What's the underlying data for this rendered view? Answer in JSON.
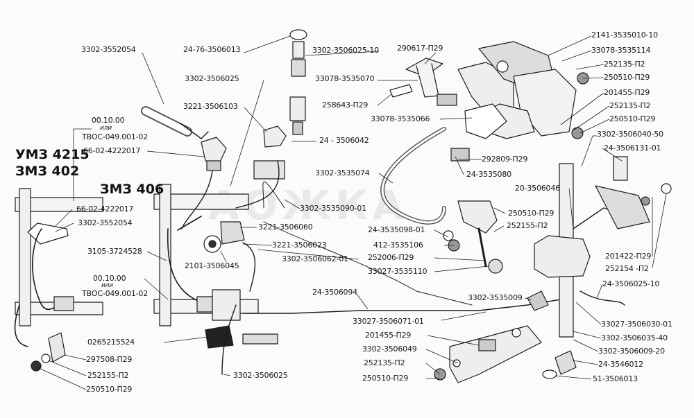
{
  "headings": {
    "engine_a": "УМЗ 4215",
    "engine_b": "ЗМЗ 402",
    "engine_c": "ЗМЗ 406"
  },
  "watermark": "АОЖКА",
  "labels": [
    "3302-3552054",
    "24-76-3506013",
    "3302-3506025-10",
    "290617-П29",
    "2141-3535010-10",
    "33078-3535114",
    "252135-П2",
    "250510-П29",
    "201455-П29",
    "252135-П2",
    "250510-П29",
    "3302-3506025",
    "33078-3535070",
    "258643-П29",
    "3221-3506103",
    "33078-3535066",
    "00.10.00",
    "или",
    "ТВОС-049.001-02",
    "66-02-4222017",
    "24 - 3506042",
    "292809-П29",
    "3302-3506040-50",
    "24-3506131-01",
    "24-3535080",
    "3302-3535074",
    "20-3506046",
    "66-02-4222017",
    "3302-3535090-01",
    "3302-3552054",
    "3221-3506060",
    "250510-П29",
    "24-3535098-01",
    "252155-П2",
    "3221-3506023",
    "412-3535106",
    "3105-3724528",
    "2101-3506045",
    "252006-П29",
    "3302-3506062-01",
    "33027-3535110",
    "201422-П29",
    "252154 -П2",
    "00.10.00",
    "или",
    "ТВОС-049.001-02",
    "24-3506025-10",
    "24-3506094",
    "3302-3535009",
    "33027-3506071-01",
    "33027-3506030-01",
    "0265215524",
    "201455-П29",
    "3302-3506035-40",
    "297508-П29",
    "3302-3506049",
    "3302-3506009-20",
    "252135-П2",
    "24-3546012",
    "252155-П2",
    "3302-3506025",
    "250510-П29",
    "51-3506013",
    "250510-П29"
  ]
}
